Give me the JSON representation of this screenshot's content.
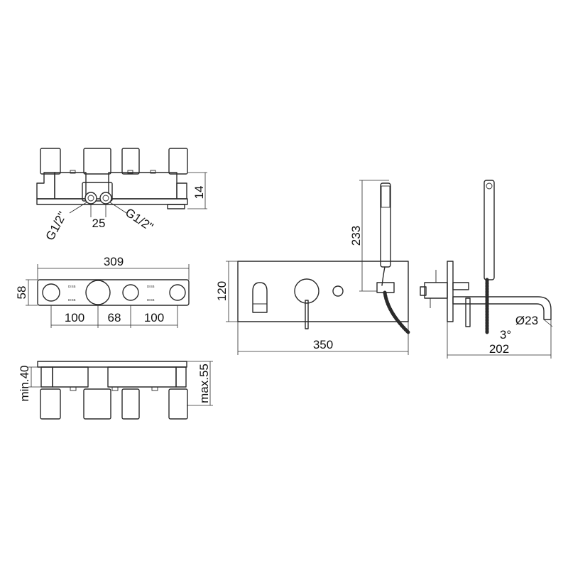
{
  "drawing": {
    "top_view": {
      "depth": "14",
      "spacing": "25",
      "thread_left": "G1/2\"",
      "thread_right": "G1/2\""
    },
    "front_box": {
      "width": "309",
      "height": "58",
      "pitch_1": "100",
      "pitch_2": "68",
      "pitch_3": "100"
    },
    "bottom_view": {
      "min_depth": "min.40",
      "max_depth": "max.55"
    },
    "front_view": {
      "plate_height": "120",
      "hand_shower_height": "233",
      "plate_width": "350"
    },
    "side_view": {
      "spout_diameter": "Ø23",
      "spout_angle": "3°",
      "projection": "202"
    }
  }
}
